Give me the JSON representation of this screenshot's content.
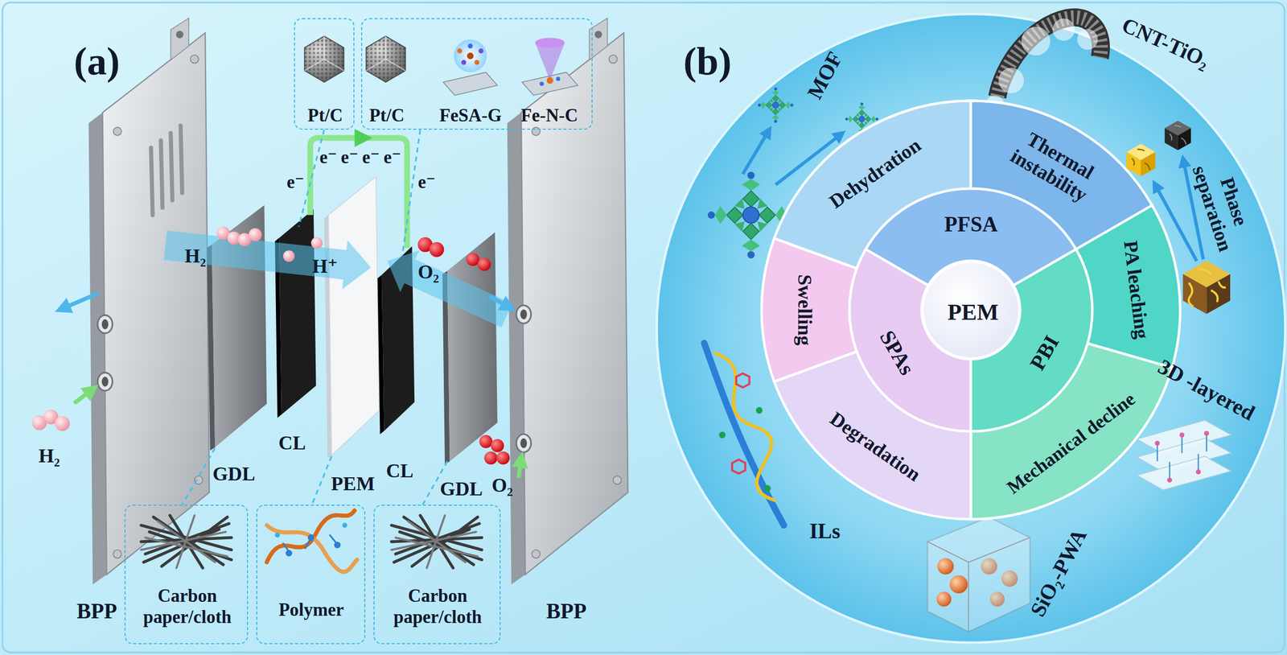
{
  "diagram": {
    "nodes": [
      {
        "text": [
          "Pt/C"
        ]
      },
      {
        "text": [
          "Pt/C",
          "FeSA-G",
          "Fe-N-C"
        ]
      },
      {
        "text": [
          "Carbon paper/cloth"
        ]
      },
      {
        "text": [
          "Polymer"
        ]
      },
      {
        "text": [
          "Carbon paper/cloth"
        ]
      },
      {
        "text": [
          "PEM"
        ]
      },
      {
        "text": [
          "PFSA"
        ]
      },
      {
        "text": [
          "SPAs"
        ]
      },
      {
        "text": [
          "PBI"
        ]
      },
      {
        "text": [
          "Dehydration"
        ]
      },
      {
        "text": [
          "Thermal instability"
        ]
      },
      {
        "text": [
          "PA leaching"
        ]
      },
      {
        "text": [
          "Mechanical decline"
        ]
      },
      {
        "text": [
          "Degradation"
        ]
      },
      {
        "text": [
          "Swelling"
        ]
      }
    ],
    "labels": [
      "(a)",
      "e⁻",
      "e⁻",
      "e⁻",
      "e⁻",
      "e⁻",
      "e⁻",
      "H₂",
      "H⁺",
      "O₂",
      "H₂",
      "O₂",
      "BPP",
      "GDL",
      "CL",
      "PEM",
      "CL",
      "GDL",
      "BPP",
      "(b)",
      "MOF",
      "CNT-TiO₂",
      "Phase separation",
      "3D -layered",
      "SiO₂-PWA",
      "ILs"
    ]
  }
}
